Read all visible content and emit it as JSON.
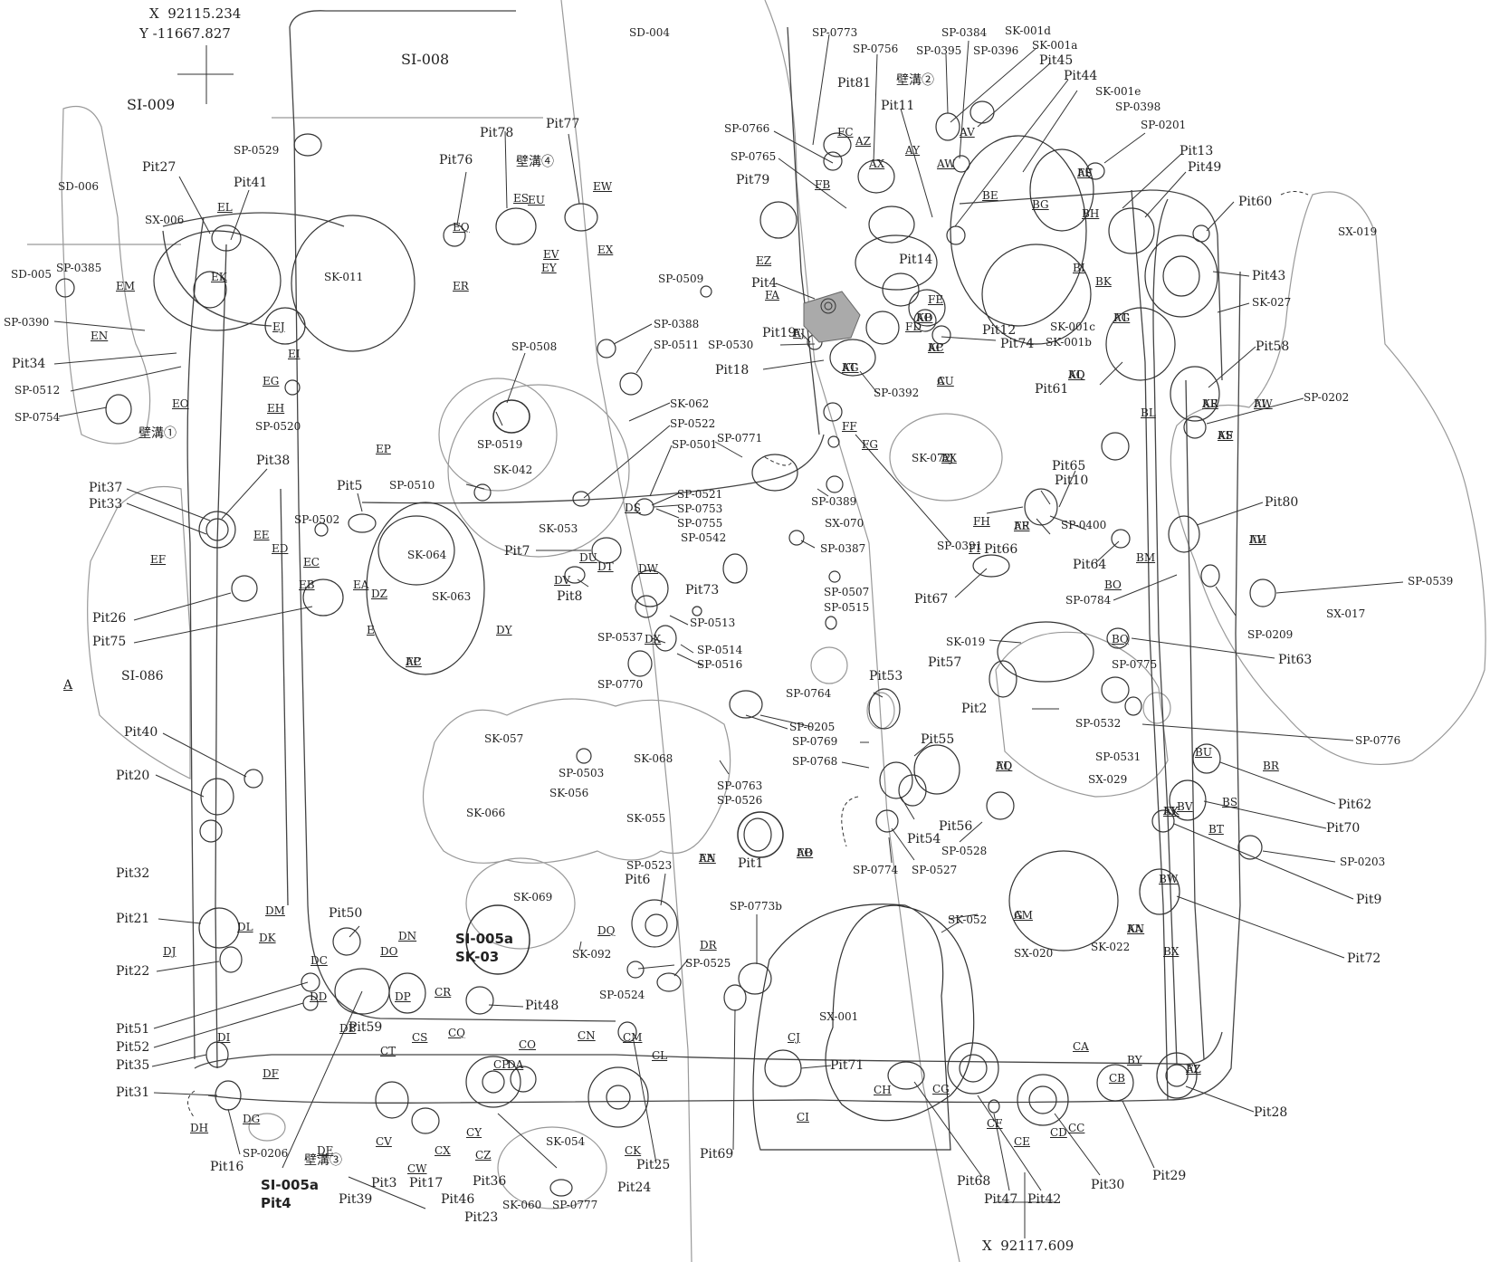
{
  "coords": {
    "top": {
      "x": "X  92115.234",
      "y": "Y -11667.827"
    },
    "bottom": {
      "x": "X  92117.609"
    }
  },
  "labels": {
    "si_008": "SI-008",
    "si_009": "SI-009",
    "sd_006": "SD-006",
    "sd_005": "SD-005",
    "sd_004": "SD-004",
    "sx_006": "SX-006",
    "sk_011": "SK-011",
    "si_086": "SI-086",
    "a_left": "A",
    "sp_0385": "SP-0385",
    "sp_0390": "SP-0390",
    "sp_0512": "SP-0512",
    "sp_0754": "SP-0754",
    "sp_0529": "SP-0529",
    "sp_0520": "SP-0520",
    "sp_0502": "SP-0502",
    "sp_0510": "SP-0510",
    "sp_0508": "SP-0508",
    "sp_0519": "SP-0519",
    "sk_042": "SK-042",
    "sk_053": "SK-053",
    "sk_064": "SK-064",
    "sk_063": "SK-063",
    "sp_0509": "SP-0509",
    "sp_0388": "SP-0388",
    "sp_0511": "SP-0511",
    "sk_062": "SK-062",
    "sp_0522": "SP-0522",
    "sp_0501": "SP-0501",
    "sp_0771": "SP-0771",
    "sp_0521": "SP-0521",
    "sp_0753": "SP-0753",
    "sp_0755": "SP-0755",
    "sp_0542": "SP-0542",
    "sp_0513": "SP-0513",
    "sp_0537": "SP-0537",
    "sp_0514": "SP-0514",
    "sp_0516": "SP-0516",
    "sp_0770": "SP-0770",
    "sk_057": "SK-057",
    "sp_0503": "SP-0503",
    "sk_068": "SK-068",
    "sk_056": "SK-056",
    "sk_066": "SK-066",
    "sk_055": "SK-055",
    "sp_0763": "SP-0763",
    "sp_0526": "SP-0526",
    "sp_0523": "SP-0523",
    "sk_069": "SK-069",
    "si005a_1": "SI-005a",
    "sk03": "SK-03",
    "sk_092": "SK-092",
    "sp_0524": "SP-0524",
    "sp_0525": "SP-0525",
    "sp_0773b": "SP-0773b",
    "sx_001": "SX-001",
    "sk_054": "SK-054",
    "sk_060": "SK-060",
    "sp_0777": "SP-0777",
    "sp_0206": "SP-0206",
    "si005a_2": "SI-005a",
    "pit4_b": "Pit4",
    "pit16": "Pit16",
    "pit39": "Pit39",
    "pit3": "Pit3",
    "pit17": "Pit17",
    "pit46": "Pit46",
    "pit36": "Pit36",
    "pit23": "Pit23",
    "pit25": "Pit25",
    "pit24": "Pit24",
    "pit69": "Pit69",
    "pit71": "Pit71",
    "pit68": "Pit68",
    "pit47": "Pit47",
    "pit42": "Pit42",
    "pit30": "Pit30",
    "pit29": "Pit29",
    "pit28": "Pit28",
    "pit72": "Pit72",
    "pit9": "Pit9",
    "sp_0203": "SP-0203",
    "pit70": "Pit70",
    "pit62": "Pit62",
    "sp_0776": "SP-0776",
    "sx_029": "SX-029",
    "sp_0531": "SP-0531",
    "sp_0532": "SP-0532",
    "sp_0775": "SP-0775",
    "pit63": "Pit63",
    "pit2": "Pit2",
    "pit57": "Pit57",
    "sk_019": "SK-019",
    "sx_017": "SX-017",
    "sp_0539": "SP-0539",
    "sp_0209": "SP-0209",
    "sp_0784": "SP-0784",
    "pit80": "Pit80",
    "pit64": "Pit64",
    "sp_0400": "SP-0400",
    "pit66": "Pit66",
    "pit67": "Pit67",
    "sp_0391": "SP-0391",
    "pit65": "Pit65",
    "pit10": "Pit10",
    "pit61": "Pit61",
    "sp_0202": "SP-0202",
    "pit58": "Pit58",
    "sk_027": "SK-027",
    "pit43": "Pit43",
    "pit60": "Pit60",
    "sx_019": "SX-019",
    "pit13": "Pit13",
    "pit49": "Pit49",
    "sp_0201": "SP-0201",
    "sp_0398": "SP-0398",
    "sk_001e": "SK-001e",
    "pit44": "Pit44",
    "pit45": "Pit45",
    "sk_001a": "SK-001a",
    "sk_001d": "SK-001d",
    "sp_0384": "SP-0384",
    "sp_0395": "SP-0395",
    "sp_0396": "SP-0396",
    "sp_0773": "SP-0773",
    "sp_0756": "SP-0756",
    "pit81": "Pit81",
    "heki2": "壁溝②",
    "pit11": "Pit11",
    "sp_0766": "SP-0766",
    "sp_0765": "SP-0765",
    "pit79": "Pit79",
    "pit14": "Pit14",
    "pit4": "Pit4",
    "pit19": "Pit19",
    "sp_0530": "SP-0530",
    "pit18": "Pit18",
    "pit12": "Pit12",
    "pit74": "Pit74",
    "sk_001c": "SK-001c",
    "sk_001b": "SK-001b",
    "sp_0392": "SP-0392",
    "sk_072": "SK-072",
    "sp_0389": "SP-0389",
    "sx_070": "SX-070",
    "sp_0387": "SP-0387",
    "sp_0507": "SP-0507",
    "sp_0515": "SP-0515",
    "sp_0764": "SP-0764",
    "pit53": "Pit53",
    "sp_0205": "SP-0205",
    "sp_0769": "SP-0769",
    "sp_0768": "SP-0768",
    "pit55": "Pit55",
    "pit56": "Pit56",
    "pit54": "Pit54",
    "sp_0528": "SP-0528",
    "sp_0527": "SP-0527",
    "sp_0774": "SP-0774",
    "sk_052": "SK-052",
    "sx_020": "SX-020",
    "sk_022": "SK-022",
    "pit78": "Pit78",
    "pit77": "Pit77",
    "heki4": "壁溝④",
    "pit76": "Pit76",
    "pit27": "Pit27",
    "pit41": "Pit41",
    "heki1": "壁溝①",
    "heki3": "壁溝③",
    "pit34": "Pit34",
    "pit37": "Pit37",
    "pit33": "Pit33",
    "pit38": "Pit38",
    "pit5": "Pit5",
    "pit7": "Pit7",
    "pit8": "Pit8",
    "pit73": "Pit73",
    "pit26": "Pit26",
    "pit75": "Pit75",
    "pit40": "Pit40",
    "pit20": "Pit20",
    "pit32": "Pit32",
    "pit21": "Pit21",
    "pit22": "Pit22",
    "pit50": "Pit50",
    "pit59": "Pit59",
    "pit48": "Pit48",
    "pit6": "Pit6",
    "pit1": "Pit1",
    "pit51": "Pit51",
    "pit52": "Pit52",
    "pit35": "Pit35",
    "pit31": "Pit31"
  },
  "section_marks": [
    "A",
    "AA",
    "AB",
    "AC",
    "AD",
    "AE",
    "AF",
    "AG",
    "AH",
    "AI",
    "AJ",
    "AK",
    "AL",
    "AM",
    "AN",
    "AO",
    "AP",
    "AQ",
    "AR",
    "AS",
    "AT",
    "AU",
    "AV",
    "AW",
    "AX",
    "AY",
    "AZ",
    "BE",
    "BG",
    "BH",
    "BI",
    "BK",
    "BL",
    "BM",
    "BO",
    "BQ",
    "BR",
    "BS",
    "BT",
    "BU",
    "BV",
    "BW",
    "BX",
    "BY",
    "CA",
    "CB",
    "CC",
    "CD",
    "CE",
    "CF",
    "CG",
    "CH",
    "CI",
    "CJ",
    "CK",
    "CL",
    "CM",
    "CN",
    "CO",
    "CP",
    "CQ",
    "CR",
    "CS",
    "CT",
    "CV",
    "CW",
    "CX",
    "CY",
    "CZ",
    "DA",
    "DB",
    "DC",
    "DD",
    "DE",
    "DF",
    "DG",
    "DH",
    "DI",
    "DJ",
    "DK",
    "DL",
    "DM",
    "DN",
    "DO",
    "DP",
    "DQ",
    "DR",
    "DS",
    "DT",
    "DU",
    "DV",
    "DW",
    "DX",
    "DY",
    "DZ",
    "E",
    "EA",
    "EB",
    "EC",
    "ED",
    "EE",
    "EF",
    "EG",
    "EH",
    "EI",
    "EJ",
    "EK",
    "EL",
    "EM",
    "EN",
    "EO",
    "EP",
    "EQ",
    "ER",
    "ES",
    "EU",
    "EV",
    "EW",
    "EX",
    "EY",
    "EZ",
    "FA",
    "FB",
    "FC",
    "FD",
    "FE",
    "FF",
    "FG",
    "FH",
    "FI",
    "FJ",
    "FN",
    "FO",
    "FP",
    "FQ",
    "FR",
    "FS",
    "FT",
    "FV",
    "FW",
    "FX",
    "FY",
    "FZ",
    "G",
    "KA",
    "KB",
    "KC",
    "KD",
    "KE",
    "KF",
    "KG",
    "C"
  ]
}
